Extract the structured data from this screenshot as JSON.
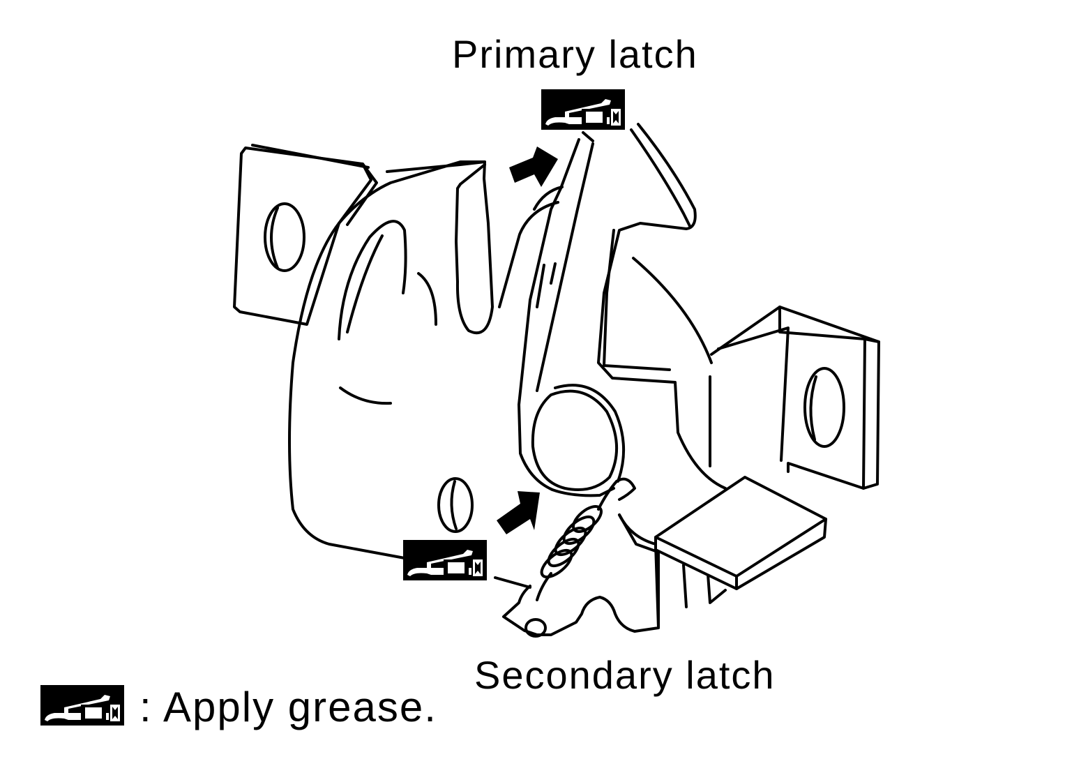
{
  "labels": {
    "primary": "Primary latch",
    "secondary": "Secondary latch",
    "legend_text": ": Apply grease."
  },
  "icons": {
    "grease": "grease-gun-icon",
    "arrow": "arrow-icon"
  },
  "colors": {
    "ink": "#000000",
    "paper": "#ffffff"
  }
}
